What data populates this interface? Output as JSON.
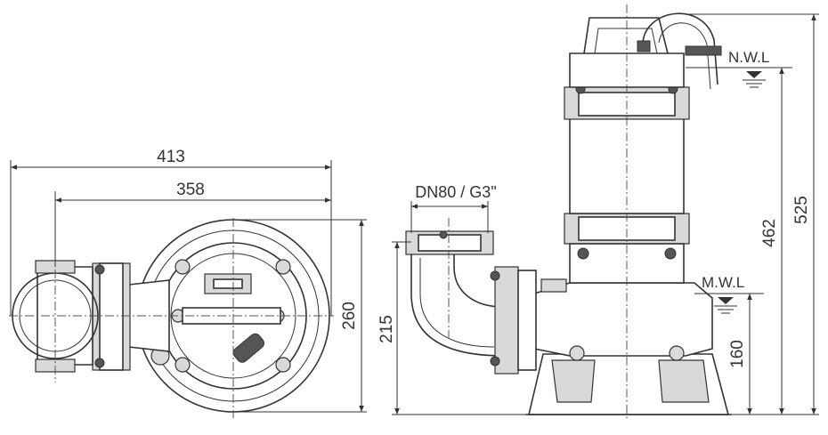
{
  "colors": {
    "line": "#333333",
    "background": "#ffffff",
    "shade": "#d9d9d9"
  },
  "dimensions": {
    "width_overall": "413",
    "width_flange": "358",
    "plan_depth": "260",
    "discharge_size": "DN80 / G3\"",
    "discharge_height": "215",
    "height_overall": "525",
    "height_nwl": "462",
    "height_mwl": "160"
  },
  "water_levels": {
    "normal": "N.W.L",
    "minimum": "M.W.L"
  }
}
